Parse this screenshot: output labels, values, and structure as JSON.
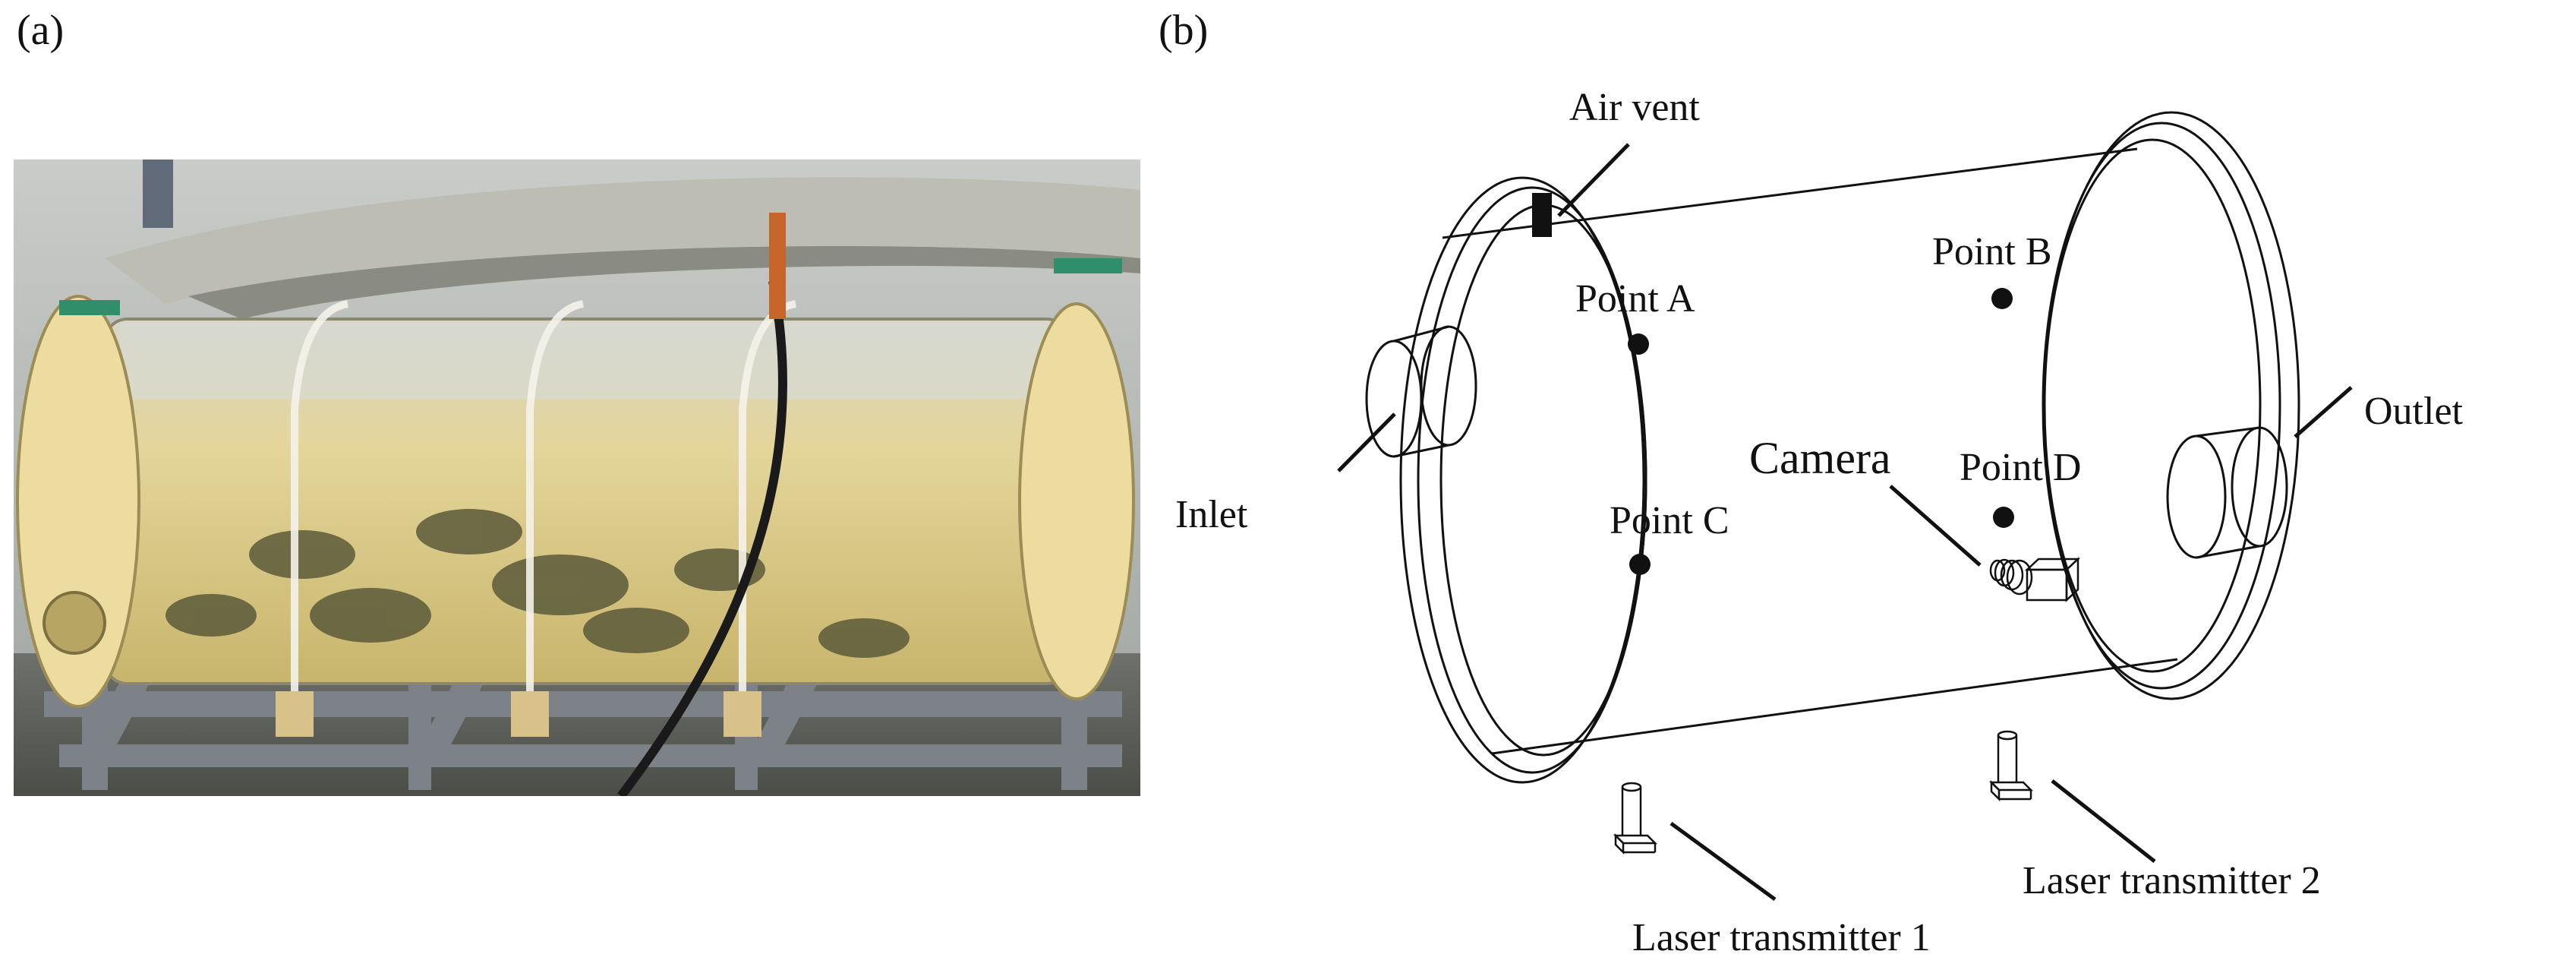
{
  "panel_a": {
    "label": "(a)"
  },
  "panel_b": {
    "label": "(b)",
    "annotations": {
      "air_vent": "Air vent",
      "point_a": "Point A",
      "point_b": "Point B",
      "point_c": "Point C",
      "point_d": "Point D",
      "camera": "Camera",
      "inlet": "Inlet",
      "outlet": "Outlet",
      "laser_1": "Laser transmitter 1",
      "laser_2": "Laser transmitter 2"
    }
  },
  "colors": {
    "water": "#e2cf8a",
    "frame": "#7d8288",
    "end_cap": "#ecdca0",
    "green_band": "#2f8f6a",
    "line": "#111111"
  }
}
